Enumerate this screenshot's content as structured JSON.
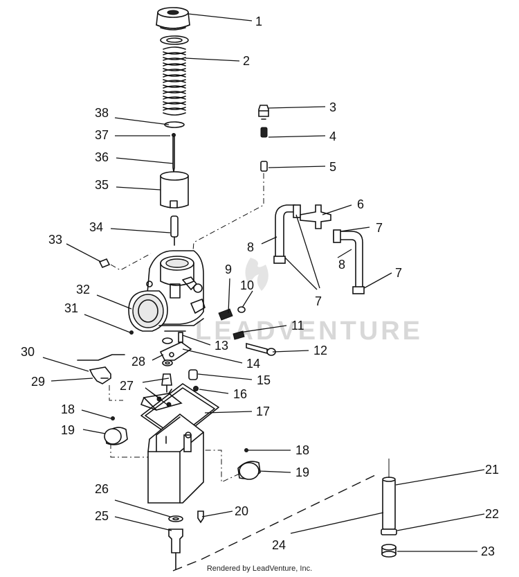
{
  "callouts": [
    {
      "id": "1",
      "text": "1"
    },
    {
      "id": "2",
      "text": "2"
    },
    {
      "id": "3",
      "text": "3"
    },
    {
      "id": "4",
      "text": "4"
    },
    {
      "id": "5",
      "text": "5"
    },
    {
      "id": "6",
      "text": "6"
    },
    {
      "id": "7a",
      "text": "7"
    },
    {
      "id": "7b",
      "text": "7"
    },
    {
      "id": "7c",
      "text": "7"
    },
    {
      "id": "8a",
      "text": "8"
    },
    {
      "id": "8b",
      "text": "8"
    },
    {
      "id": "9",
      "text": "9"
    },
    {
      "id": "10",
      "text": "10"
    },
    {
      "id": "11",
      "text": "11"
    },
    {
      "id": "12",
      "text": "12"
    },
    {
      "id": "13",
      "text": "13"
    },
    {
      "id": "14",
      "text": "14"
    },
    {
      "id": "15",
      "text": "15"
    },
    {
      "id": "16",
      "text": "16"
    },
    {
      "id": "17",
      "text": "17"
    },
    {
      "id": "18a",
      "text": "18"
    },
    {
      "id": "18b",
      "text": "18"
    },
    {
      "id": "19a",
      "text": "19"
    },
    {
      "id": "19b",
      "text": "19"
    },
    {
      "id": "20",
      "text": "20"
    },
    {
      "id": "21",
      "text": "21"
    },
    {
      "id": "22",
      "text": "22"
    },
    {
      "id": "23",
      "text": "23"
    },
    {
      "id": "24",
      "text": "24"
    },
    {
      "id": "25",
      "text": "25"
    },
    {
      "id": "26",
      "text": "26"
    },
    {
      "id": "27",
      "text": "27"
    },
    {
      "id": "28",
      "text": "28"
    },
    {
      "id": "29",
      "text": "29"
    },
    {
      "id": "30",
      "text": "30"
    },
    {
      "id": "31",
      "text": "31"
    },
    {
      "id": "32",
      "text": "32"
    },
    {
      "id": "33",
      "text": "33"
    },
    {
      "id": "34",
      "text": "34"
    },
    {
      "id": "35",
      "text": "35"
    },
    {
      "id": "36",
      "text": "36"
    },
    {
      "id": "37",
      "text": "37"
    },
    {
      "id": "38",
      "text": "38"
    }
  ],
  "watermark": "LEADVENTURE",
  "footer": "Rendered by LeadVenture, Inc."
}
